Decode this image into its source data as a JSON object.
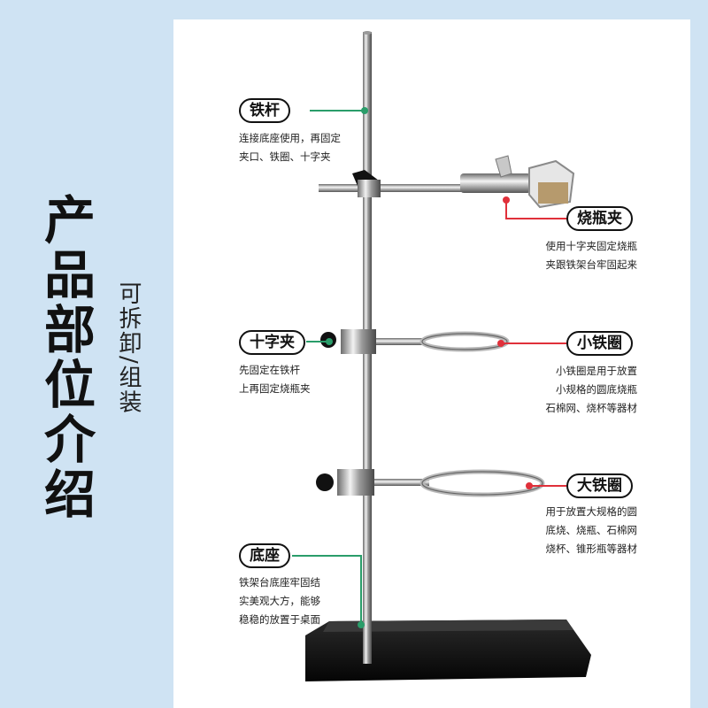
{
  "title": "产品部位介绍",
  "subtitle": "可拆卸/组装",
  "colors": {
    "background": "#cfe3f3",
    "panel": "#ffffff",
    "accent_green": "#2a9d6a",
    "accent_red": "#e0303a"
  },
  "parts": {
    "rod": {
      "label": "铁杆",
      "desc": "连接底座使用，再固定\n夹口、铁圈、十字夹"
    },
    "clamp": {
      "label": "烧瓶夹",
      "desc": "使用十字夹固定烧瓶\n夹跟铁架台牢固起来"
    },
    "cross": {
      "label": "十字夹",
      "desc": "先固定在铁杆\n上再固定烧瓶夹"
    },
    "small_ring": {
      "label": "小铁圈",
      "desc": "小铁圈是用于放置\n小规格的圆底烧瓶\n石棉网、烧杯等器材"
    },
    "big_ring": {
      "label": "大铁圈",
      "desc": "用于放置大规格的圆\n底烧、烧瓶、石棉网\n烧杯、锥形瓶等器材"
    },
    "base": {
      "label": "底座",
      "desc": "铁架台底座牢固结\n实美观大方，能够\n稳稳的放置于桌面"
    }
  }
}
